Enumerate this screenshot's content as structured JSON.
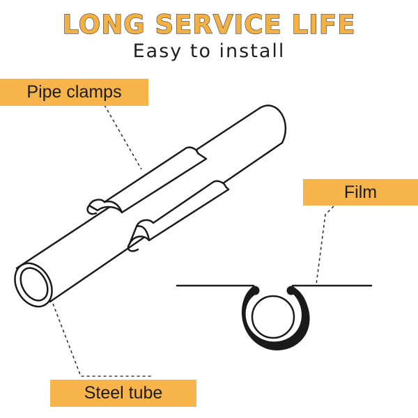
{
  "header": {
    "title": "LONG SERVICE LIFE",
    "subtitle": "Easy to install"
  },
  "labels": {
    "pipe_clamps": "Pipe clamps",
    "film": "Film",
    "steel_tube": "Steel tube"
  },
  "colors": {
    "accent": "#f6b44a",
    "outline": "#1a1a1a",
    "title_fill": "#f4b043"
  }
}
